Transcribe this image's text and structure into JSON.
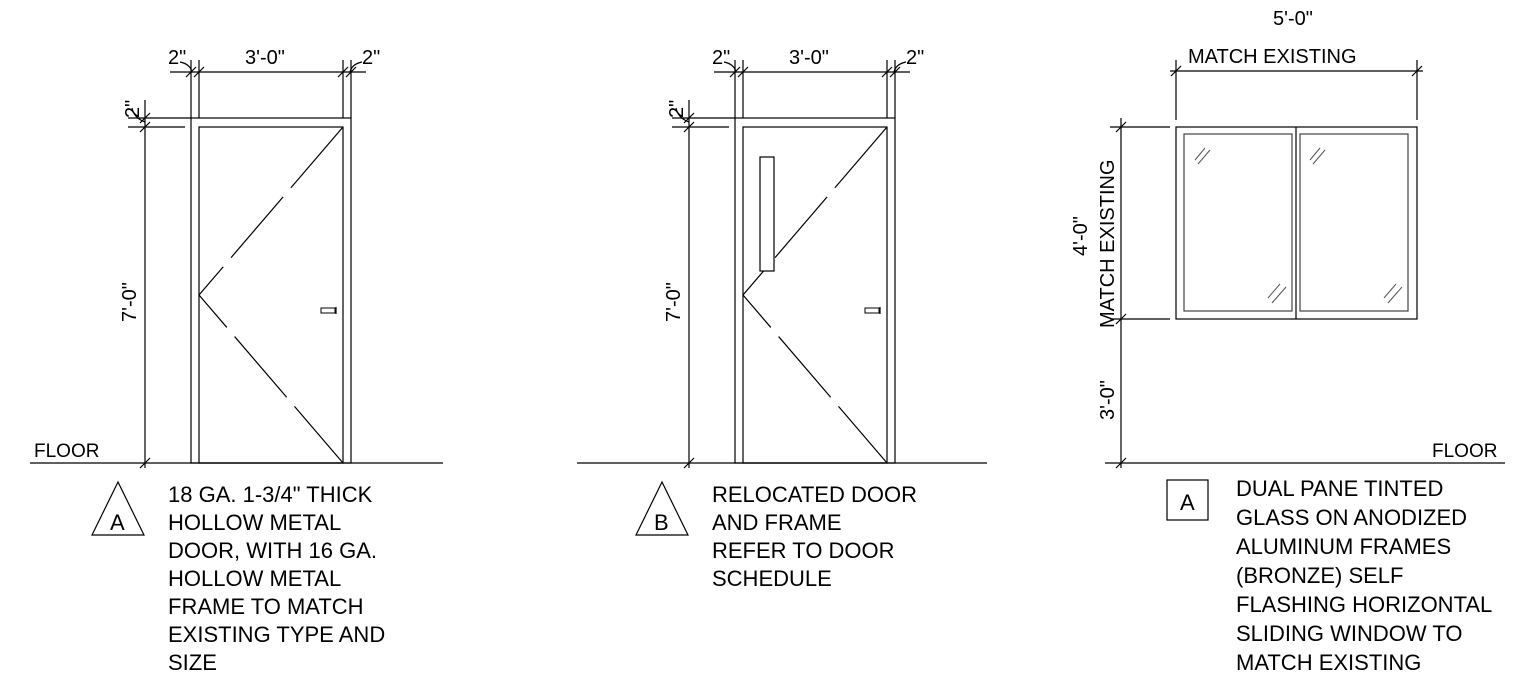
{
  "door_a": {
    "width_dim": "3'-0\"",
    "left_jamb_dim": "2\"",
    "right_jamb_dim": "2\"",
    "head_dim": "2\"",
    "height_dim": "7'-0\"",
    "floor_label": "FLOOR",
    "tag": "A",
    "note_lines": [
      "18 GA. 1-3/4\" THICK",
      "HOLLOW METAL",
      "DOOR, WITH 16 GA.",
      "HOLLOW METAL",
      "FRAME TO MATCH",
      "EXISTING TYPE AND",
      "SIZE"
    ]
  },
  "door_b": {
    "width_dim": "3'-0\"",
    "left_jamb_dim": "2\"",
    "right_jamb_dim": "2\"",
    "head_dim": "2\"",
    "height_dim": "7'-0\"",
    "tag": "B",
    "note_lines": [
      "RELOCATED DOOR",
      "AND FRAME",
      "REFER TO DOOR",
      "SCHEDULE"
    ]
  },
  "window_a": {
    "width_dim": "5'-0\"",
    "width_note": "MATCH EXISTING",
    "height_dim": "4'-0\"",
    "height_note": "MATCH EXISTING",
    "sill_dim": "3'-0\"",
    "floor_label": "FLOOR",
    "tag": "A",
    "note_lines": [
      "DUAL PANE TINTED",
      "GLASS ON ANODIZED",
      "ALUMINUM FRAMES",
      "(BRONZE) SELF",
      "FLASHING HORIZONTAL",
      "SLIDING WINDOW TO",
      "MATCH EXISTING"
    ]
  }
}
